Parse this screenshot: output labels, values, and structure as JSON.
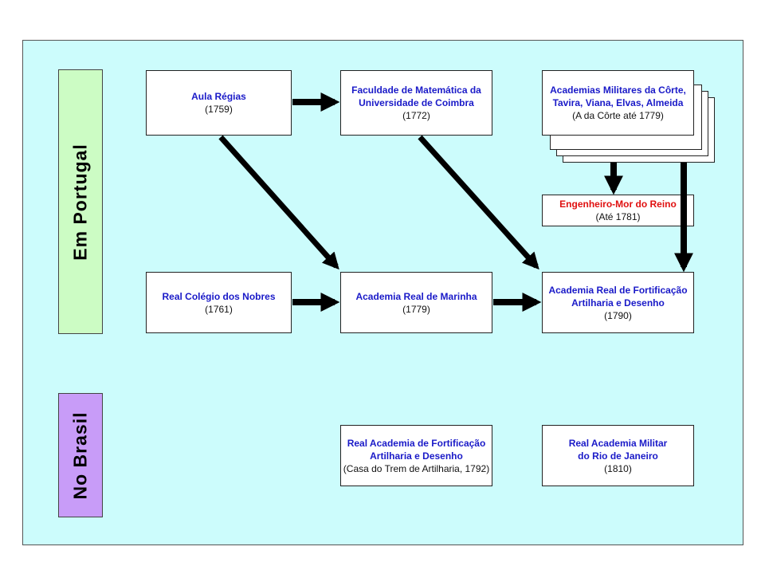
{
  "colors": {
    "panel_bg": "#ccfcfc",
    "portugal_bg": "#ccfcc4",
    "brasil_bg": "#c89cf8",
    "title_blue": "#1a1ac8",
    "title_red": "#e01010",
    "arrow": "#000000"
  },
  "labels": {
    "portugal": "Em Portugal",
    "brasil": "No Brasil"
  },
  "boxes": {
    "aula_regias": {
      "title": "Aula Régias",
      "sub": "(1759)"
    },
    "faculdade": {
      "title_1": "Faculdade de Matemática da",
      "title_2": "Universidade de Coimbra",
      "sub": "(1772)"
    },
    "academias_militares": {
      "title_1": "Academias Militares da Côrte,",
      "title_2": "Tavira, Viana, Elvas, Almeida",
      "sub": "(A da Côrte até 1779)"
    },
    "engenheiro_mor": {
      "title": "Engenheiro-Mor do Reino",
      "sub": "(Até 1781)"
    },
    "real_colegio": {
      "title": "Real Colégio dos Nobres",
      "sub": "(1761)"
    },
    "academia_marinha": {
      "title": "Academia Real de Marinha",
      "sub": "(1779)"
    },
    "academia_fortificacao": {
      "title_1": "Academia Real de Fortificação",
      "title_2": "Artilharia e Desenho",
      "sub": "(1790)"
    },
    "real_academia_fortificacao_brasil": {
      "title_1": "Real Academia de Fortificação",
      "title_2": "Artilharia e Desenho",
      "sub": "(Casa do Trem de Artilharia, 1792)"
    },
    "real_academia_militar": {
      "title_1": "Real Academia Militar",
      "title_2": "do Rio de Janeiro",
      "sub": "(1810)"
    }
  }
}
